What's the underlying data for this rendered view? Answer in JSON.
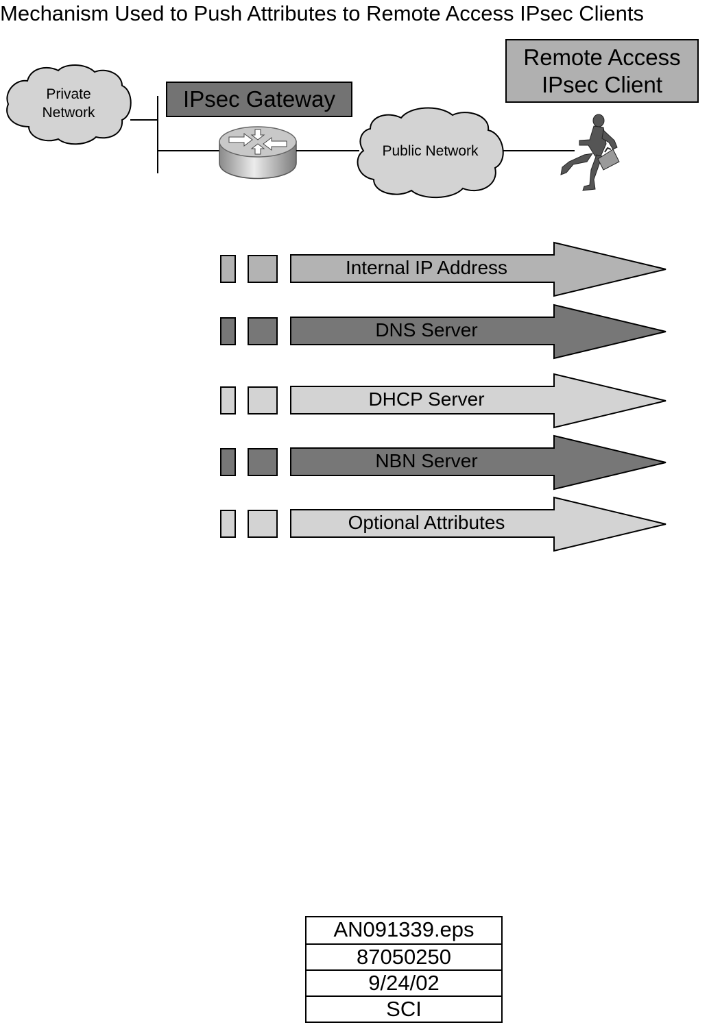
{
  "title": "Mechanism Used to Push Attributes to Remote Access IPsec Clients",
  "network": {
    "private_cloud": {
      "line1": "Private",
      "line2": "Network"
    },
    "gateway_label": "IPsec Gateway",
    "public_cloud": "Public Network",
    "client_label": {
      "line1": "Remote Access",
      "line2": "IPsec Client"
    },
    "icons": [
      "cloud-icon",
      "router-icon",
      "cloud-icon",
      "running-person-icon"
    ]
  },
  "attributes": [
    {
      "label": "Internal IP Address",
      "color": "#b3b3b3"
    },
    {
      "label": "DNS Server",
      "color": "#777777"
    },
    {
      "label": "DHCP Server",
      "color": "#d3d3d3"
    },
    {
      "label": "NBN Server",
      "color": "#777777"
    },
    {
      "label": "Optional Attributes",
      "color": "#d3d3d3"
    }
  ],
  "stamp": [
    "AN091339.eps",
    "87050250",
    "9/24/02",
    "SCI"
  ]
}
